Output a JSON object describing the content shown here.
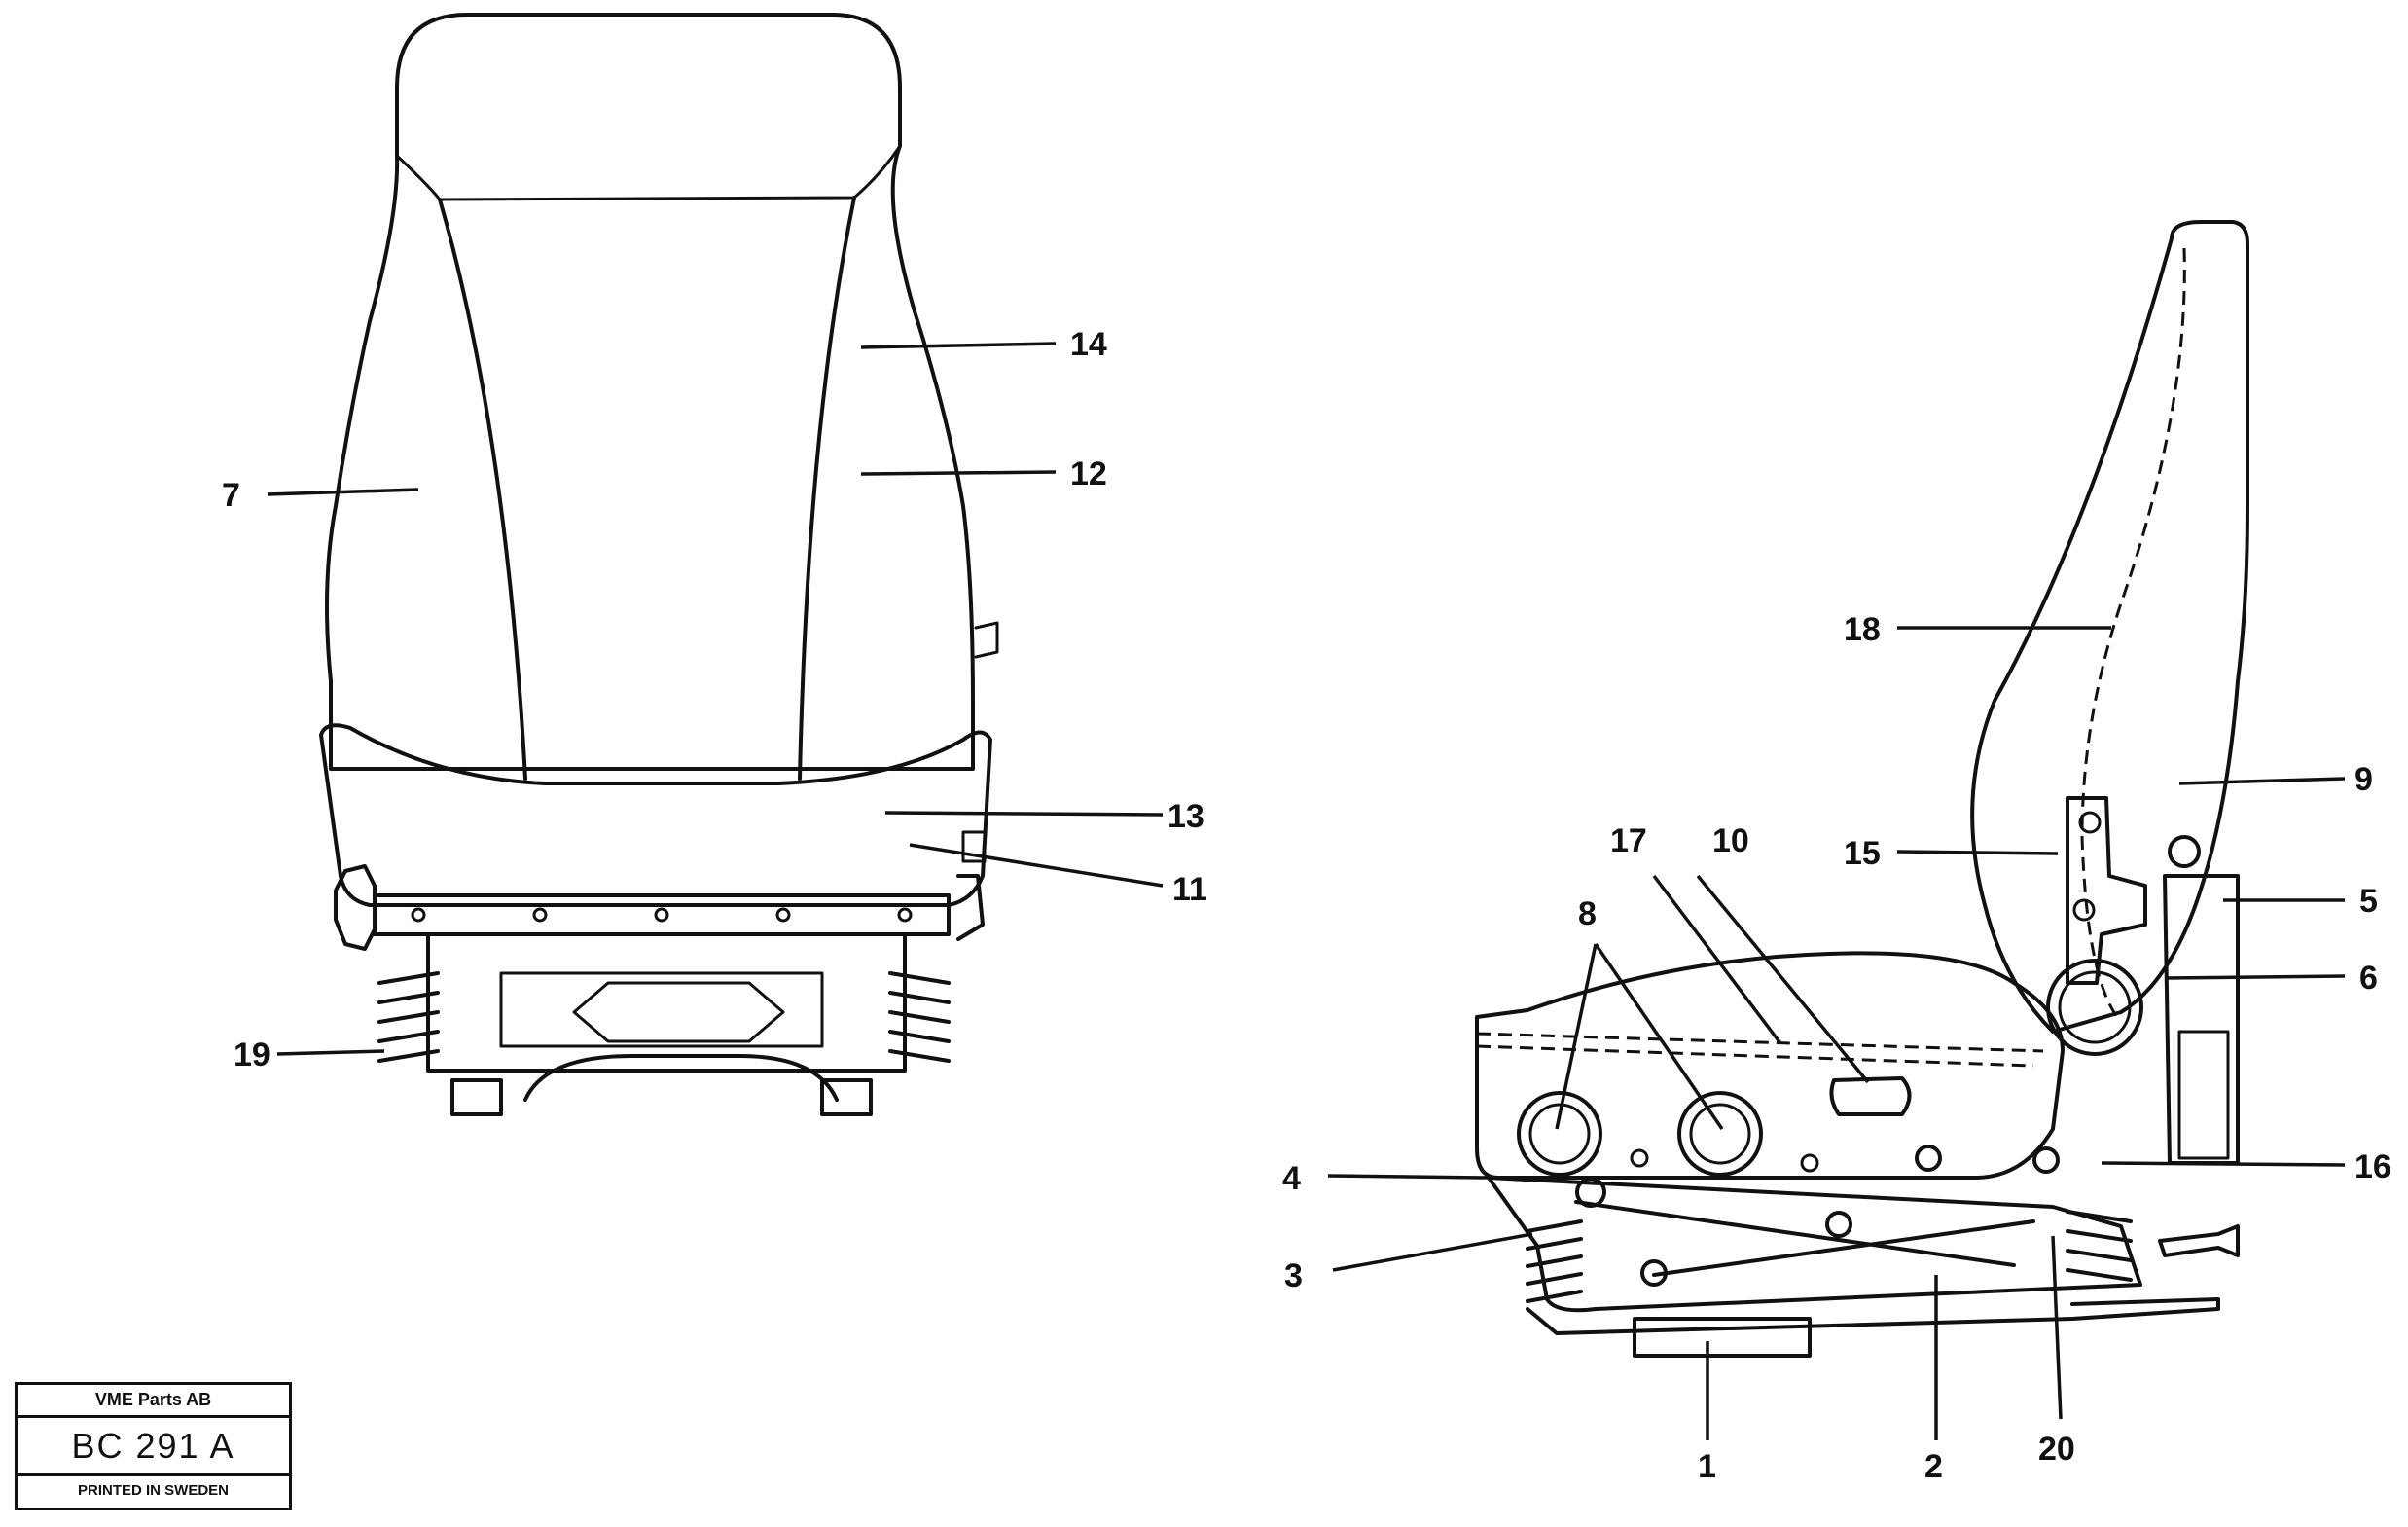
{
  "stamp": {
    "company": "VME Parts AB",
    "code": "BC 291 A",
    "footer": "PRINTED IN SWEDEN"
  },
  "callouts": {
    "front": {
      "c7": "7",
      "c14": "14",
      "c12": "12",
      "c13": "13",
      "c11": "11",
      "c19": "19"
    },
    "side": {
      "c18": "18",
      "c9": "9",
      "c15": "15",
      "c17": "17",
      "c10": "10",
      "c8": "8",
      "c5": "5",
      "c6": "6",
      "c16": "16",
      "c4": "4",
      "c3": "3",
      "c1": "1",
      "c2": "2",
      "c20": "20"
    }
  }
}
